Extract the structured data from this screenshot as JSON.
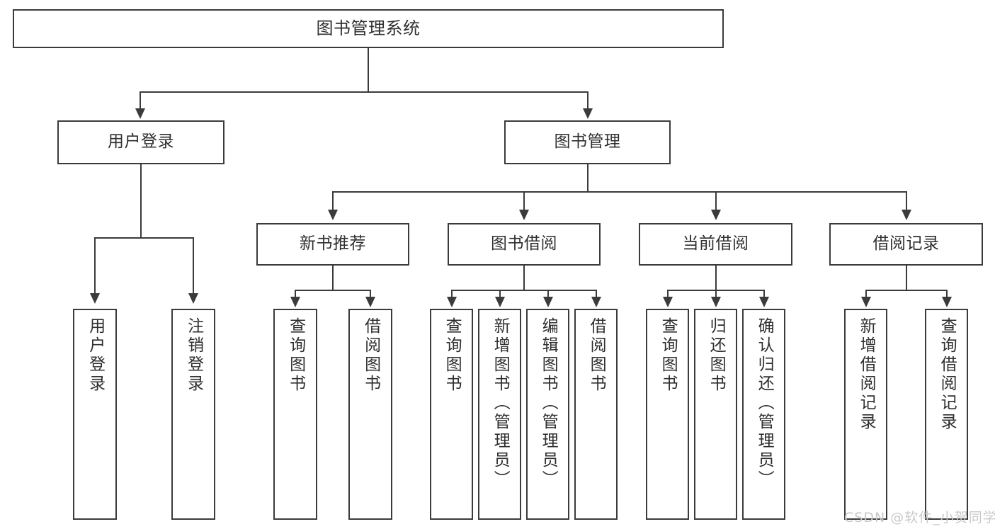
{
  "diagram": {
    "title": "图书管理系统",
    "type": "tree",
    "watermark": "CSDN @软件_小贺同学",
    "line_color": "#3b3b3b",
    "box_fill": "#ffffff",
    "text_color": "#2f2f2f",
    "watermark_color": "#c9c9c9"
  },
  "nodes": {
    "root": {
      "label": "图书管理系统"
    },
    "level2": [
      {
        "id": "user-login",
        "label": "用户登录"
      },
      {
        "id": "book-management",
        "label": "图书管理"
      }
    ],
    "level3": [
      {
        "id": "new-book-recommend",
        "label": "新书推荐"
      },
      {
        "id": "book-borrow",
        "label": "图书借阅"
      },
      {
        "id": "current-borrow",
        "label": "当前借阅"
      },
      {
        "id": "borrow-record",
        "label": "借阅记录"
      }
    ],
    "leaves": {
      "user_login": [
        {
          "id": "leaf-user-login",
          "label": "用户登录"
        },
        {
          "id": "leaf-logout",
          "label": "注销登录"
        }
      ],
      "new_book_recommend": [
        {
          "id": "leaf-query-book-1",
          "label": "查询图书"
        },
        {
          "id": "leaf-borrow-book-1",
          "label": "借阅图书"
        }
      ],
      "book_borrow": [
        {
          "id": "leaf-query-book-2",
          "label": "查询图书"
        },
        {
          "id": "leaf-add-book",
          "label": "新增图书（管理员）"
        },
        {
          "id": "leaf-edit-book",
          "label": "编辑图书（管理员）"
        },
        {
          "id": "leaf-borrow-book-2",
          "label": "借阅图书"
        }
      ],
      "current_borrow": [
        {
          "id": "leaf-query-book-3",
          "label": "查询图书"
        },
        {
          "id": "leaf-return-book",
          "label": "归还图书"
        },
        {
          "id": "leaf-confirm-return",
          "label": "确认归还（管理员）"
        }
      ],
      "borrow_record": [
        {
          "id": "leaf-add-record",
          "label": "新增借阅记录"
        },
        {
          "id": "leaf-query-record",
          "label": "查询借阅记录"
        }
      ]
    }
  }
}
